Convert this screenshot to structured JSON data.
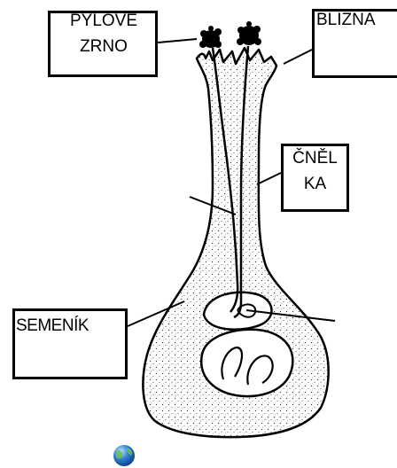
{
  "labels": {
    "pylove_zrno": {
      "line1": "PYLOVÉ",
      "line2": "ZRNO"
    },
    "blizna": {
      "text": "BLIZNA"
    },
    "cnelka": {
      "line1": "ČNĚL",
      "line2": "KA"
    },
    "semenik": {
      "text": "SEMENÍK"
    }
  },
  "colors": {
    "outline": "#000000",
    "fill": "#ffffff",
    "globe_blue": "#2d7fd3"
  },
  "icons": {
    "globe": "globe-icon"
  }
}
